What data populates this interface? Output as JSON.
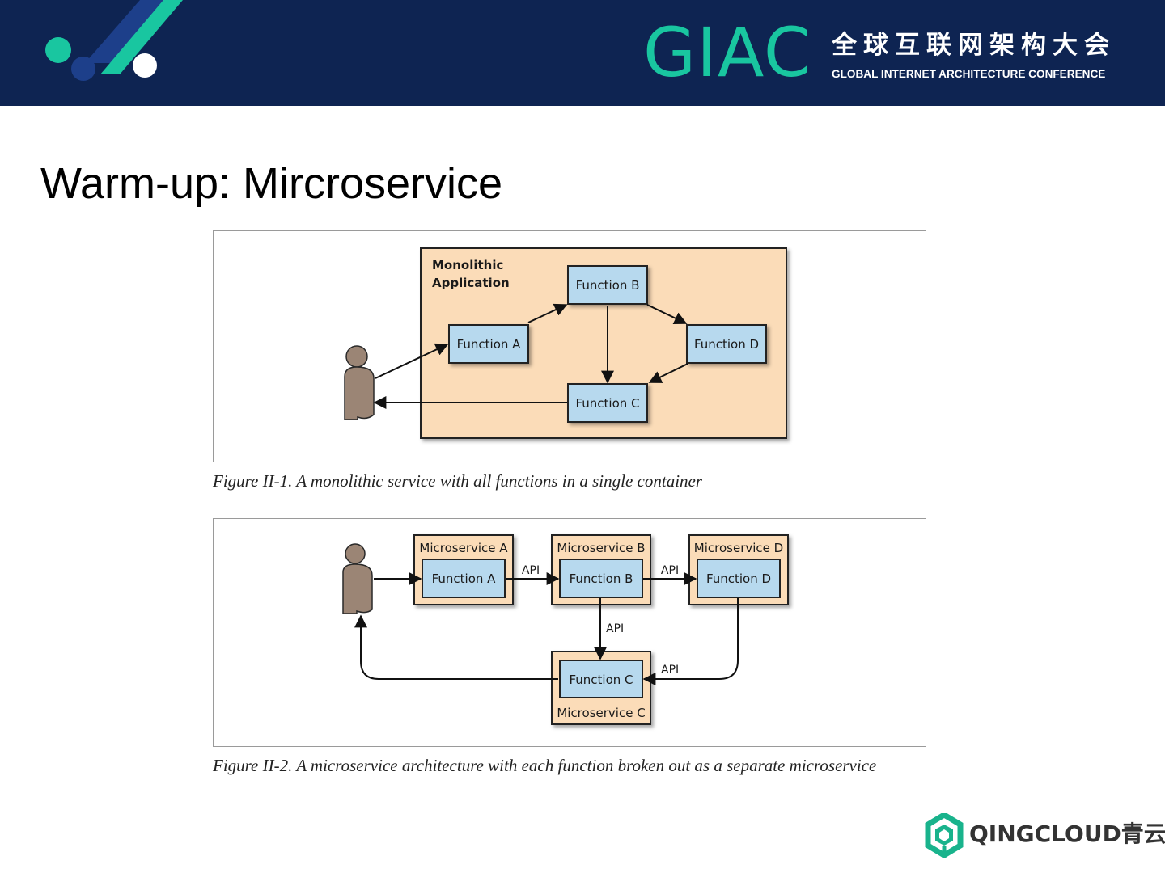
{
  "header": {
    "brand": "GIAC",
    "conference_cn": "全球互联网架构大会",
    "conference_en": "GLOBAL INTERNET ARCHITECTURE CONFERENCE"
  },
  "slide": {
    "title": "Warm-up: Mircroservice"
  },
  "figure1": {
    "container_label_line1": "Monolithic",
    "container_label_line2": "Application",
    "function_a": "Function A",
    "function_b": "Function B",
    "function_c": "Function C",
    "function_d": "Function D",
    "caption": "Figure II-1. A monolithic service with all functions in a single container"
  },
  "figure2": {
    "microservice_a": "Microservice A",
    "microservice_b": "Microservice B",
    "microservice_c": "Microservice C",
    "microservice_d": "Microservice D",
    "function_a": "Function A",
    "function_b": "Function B",
    "function_c": "Function C",
    "function_d": "Function D",
    "api_label": "API",
    "caption": "Figure II-2. A microservice architecture with each function broken out as a separate microservice"
  },
  "footer": {
    "logo_text": "QINGCLOUD青云"
  },
  "colors": {
    "header_bg": "#0e2452",
    "accent_green": "#19c6a0",
    "container_fill": "#fbdcb8",
    "function_fill": "#b7d9ee"
  }
}
